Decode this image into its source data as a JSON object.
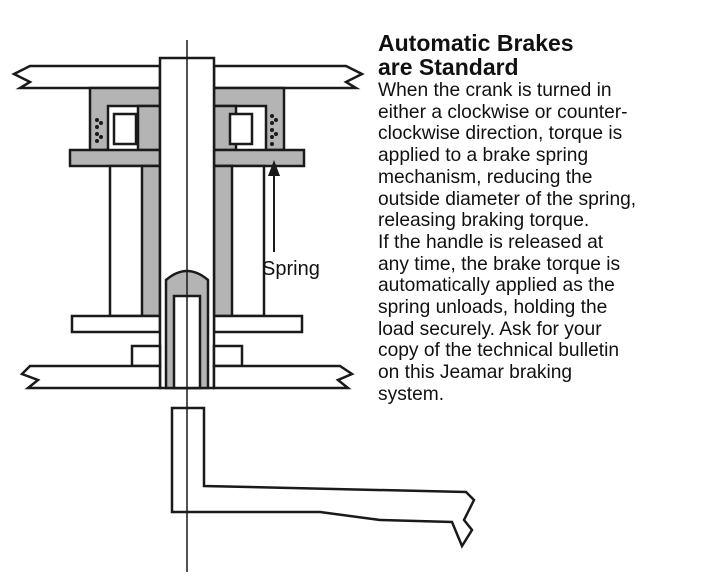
{
  "diagram": {
    "callout_label": "Spring"
  },
  "text": {
    "heading_lines": [
      "Automatic Brakes",
      "are Standard"
    ],
    "body_lines": [
      "When the crank is turned in",
      "either a clockwise or counter-",
      "clockwise direction, torque is",
      "applied to a brake spring",
      "mechanism, reducing the",
      "outside diameter of the spring,",
      "releasing braking torque.",
      "If the handle is released at",
      "any time, the brake torque is",
      "automatically applied as the",
      "spring unloads, holding the",
      "load securely.  Ask for your",
      "copy of the technical bulletin",
      "on this Jeamar braking",
      "system."
    ]
  },
  "colors": {
    "fill_gray": "#b4b4b4",
    "stroke": "#1a1a1a",
    "background": "#ffffff"
  }
}
